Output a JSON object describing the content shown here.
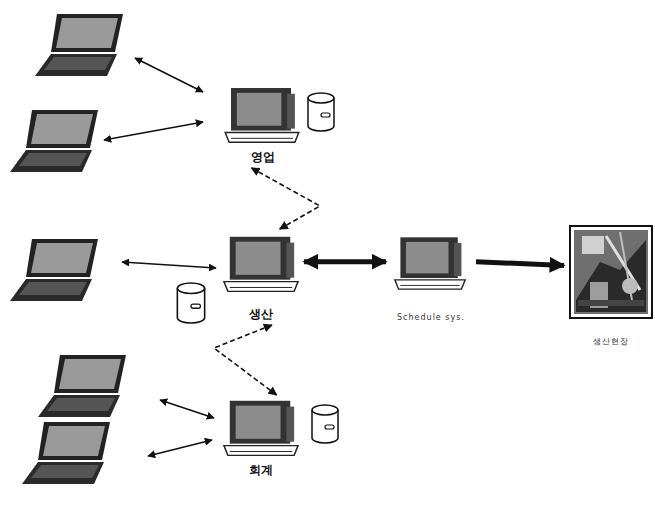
{
  "diagram": {
    "nodes": [
      {
        "text": [
          "영업"
        ]
      },
      {
        "text": [
          "생산"
        ]
      },
      {
        "text": [
          "회계"
        ]
      },
      {
        "text": [
          "Schedule sys."
        ]
      },
      {
        "text": [
          "생산현장"
        ]
      }
    ],
    "edges": [
      {
        "from": 0,
        "to": 1,
        "arrow": "both"
      },
      {
        "from": 1,
        "to": 2,
        "arrow": "both"
      },
      {
        "from": 1,
        "to": 3,
        "arrow": "both"
      },
      {
        "from": 3,
        "to": 4,
        "arrow": "to"
      }
    ]
  }
}
